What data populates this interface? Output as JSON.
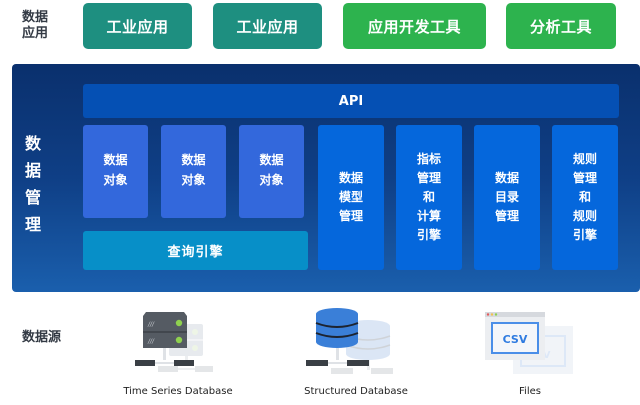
{
  "data_apps": {
    "label": "数据应用",
    "label_lines": [
      "数据",
      "应用"
    ],
    "buttons": [
      {
        "label": "工业应用",
        "color": "#1e8f80"
      },
      {
        "label": "工业应用",
        "color": "#1e8f80"
      },
      {
        "label": "应用开发工具",
        "color": "#2db34e"
      },
      {
        "label": "分析工具",
        "color": "#2db34e"
      }
    ]
  },
  "data_management": {
    "label": "数据管理",
    "api_label": "API",
    "data_objects": [
      {
        "line1": "数据",
        "line2": "对象"
      },
      {
        "line1": "数据",
        "line2": "对象"
      },
      {
        "line1": "数据",
        "line2": "对象"
      }
    ],
    "query_engine_label": "查询引擎",
    "modules": [
      {
        "label": "数据模型管理"
      },
      {
        "label": "指标管理和计算引擎"
      },
      {
        "label": "数据目录管理"
      },
      {
        "label": "规则管理和规则引擎"
      }
    ]
  },
  "data_sources": {
    "label": "数据源",
    "items": [
      {
        "name": "Time Series Database",
        "icon": "server-icon"
      },
      {
        "name": "Structured Database",
        "icon": "database-icon"
      },
      {
        "name": "Files",
        "icon": "csv-file-icon",
        "icon_text": "CSV"
      }
    ]
  },
  "colors": {
    "teal": "#1e8f80",
    "green": "#2db34e",
    "panel_dark": "#0a306d",
    "api": "#0550b4",
    "object": "#3368dc",
    "query": "#078fc8",
    "module": "#0567dc"
  }
}
